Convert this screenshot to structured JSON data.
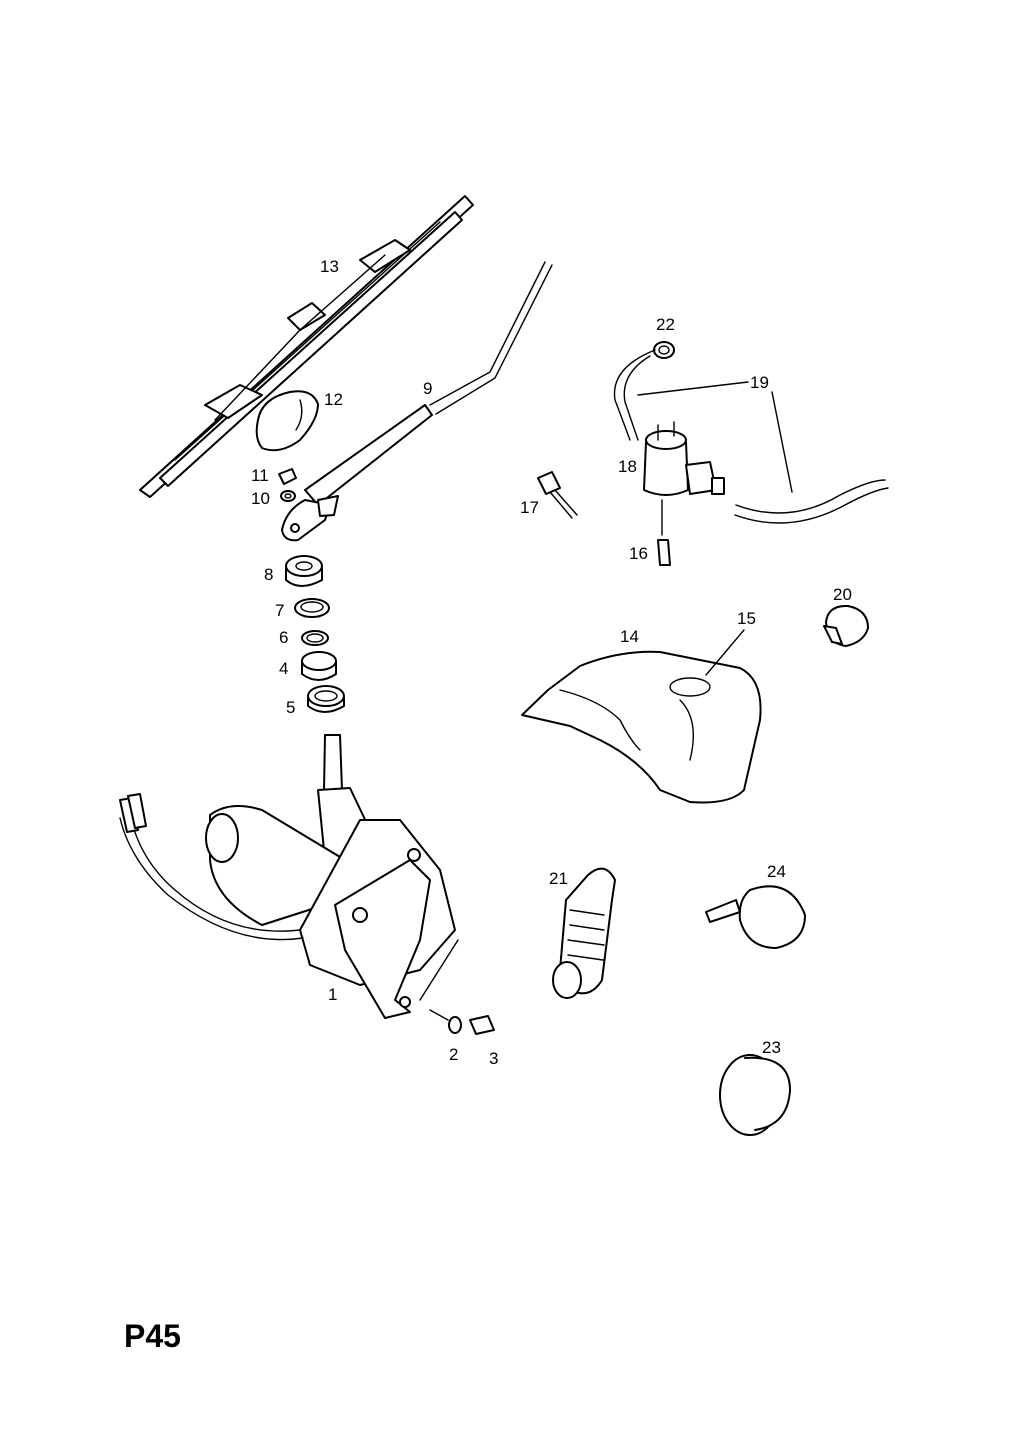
{
  "page": {
    "code": "P45"
  },
  "callouts": {
    "c1": "1",
    "c2": "2",
    "c3": "3",
    "c4": "4",
    "c5": "5",
    "c6": "6",
    "c7": "7",
    "c8": "8",
    "c9": "9",
    "c10": "10",
    "c11": "11",
    "c12": "12",
    "c13": "13",
    "c14": "14",
    "c15": "15",
    "c16": "16",
    "c17": "17",
    "c18": "18",
    "c19": "19",
    "c20": "20",
    "c21": "21",
    "c22": "22",
    "c23": "23",
    "c24": "24"
  }
}
